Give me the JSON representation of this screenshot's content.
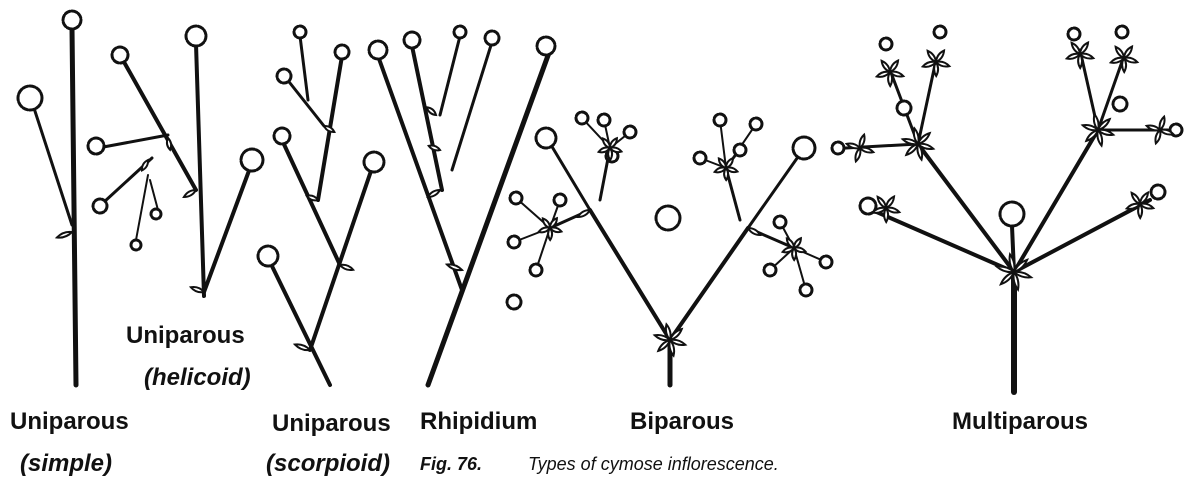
{
  "labels": {
    "simple": {
      "title": "Uniparous",
      "subtitle": "(simple)"
    },
    "helicoid": {
      "title": "Uniparous",
      "subtitle": "(helicoid)"
    },
    "scorpioid": {
      "title": "Uniparous",
      "subtitle": "(scorpioid)"
    },
    "rhipidium": {
      "title": "Rhipidium"
    },
    "biparous": {
      "title": "Biparous"
    },
    "multiparous": {
      "title": "Multiparous"
    }
  },
  "caption": {
    "figure_number": "Fig. 76.",
    "text": "Types of cymose inflorescence."
  },
  "colors": {
    "ink": "#111111",
    "background": "#ffffff"
  }
}
